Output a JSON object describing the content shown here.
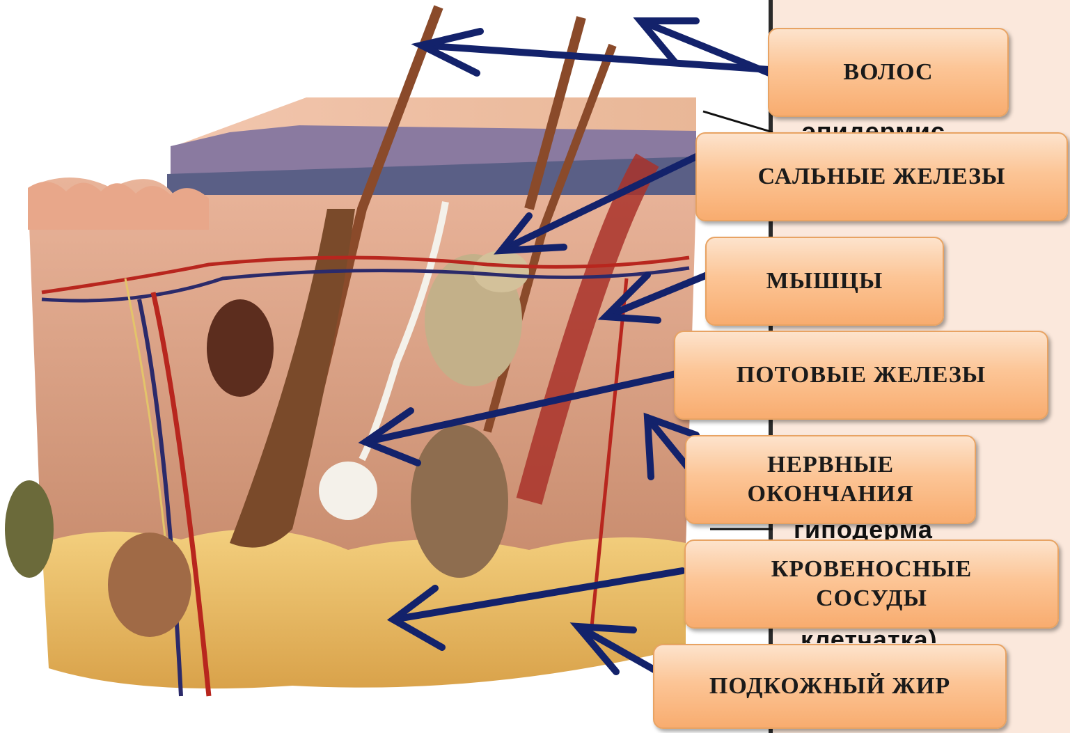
{
  "labels": {
    "hair": "ВОЛОС",
    "sebaceous_glands": "САЛЬНЫЕ ЖЕЛЕЗЫ",
    "muscles": "МЫШЦЫ",
    "sweat_glands": "ПОТОВЫЕ ЖЕЛЕЗЫ",
    "nerve_endings": "НЕРВНЫЕ\nОКОНЧАНИЯ",
    "blood_vessels": "КРОВЕНОСНЫЕ\nСОСУДЫ",
    "subcutaneous_fat": "ПОДКОЖНЫЙ ЖИР"
  },
  "background_text": {
    "epidermis": "эпидермис",
    "hypodermis": "гиподерма",
    "tissue": "клетчатка)"
  },
  "colors": {
    "arrow": "#13226b",
    "box_border": "#e8a363",
    "box_fill": "#fcc596",
    "panel": "#fbe8dc"
  }
}
